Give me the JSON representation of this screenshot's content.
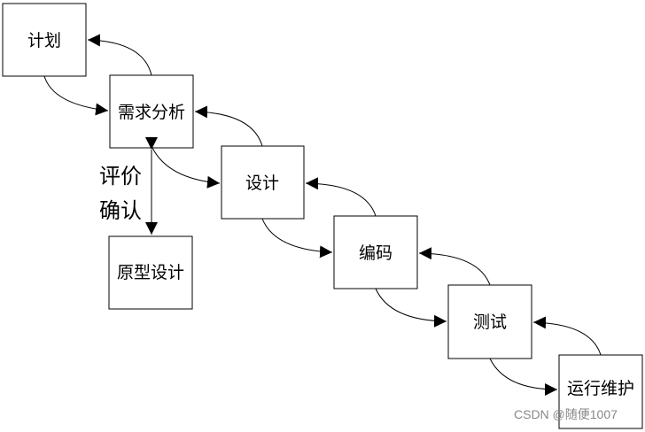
{
  "diagram": {
    "stages": [
      {
        "id": "plan",
        "label": "计划"
      },
      {
        "id": "analysis",
        "label": "需求分析"
      },
      {
        "id": "design",
        "label": "设计"
      },
      {
        "id": "coding",
        "label": "编码"
      },
      {
        "id": "testing",
        "label": "测试"
      },
      {
        "id": "maintenance",
        "label": "运行维护"
      }
    ],
    "prototype": {
      "label": "原型设计"
    },
    "review_label_line1": "评价",
    "review_label_line2": "确认",
    "colors": {
      "stroke": "#000000",
      "fill": "#ffffff",
      "text": "#000000",
      "watermark": "#888888"
    }
  },
  "watermark": "CSDN @随便1007"
}
